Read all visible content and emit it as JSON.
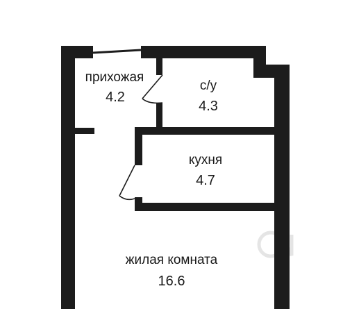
{
  "floor_plan": {
    "rooms": [
      {
        "id": "hallway",
        "name": "прихожая",
        "area": "4.2"
      },
      {
        "id": "bathroom",
        "name": "с/у",
        "area": "4.3"
      },
      {
        "id": "kitchen",
        "name": "кухня",
        "area": "4.7"
      },
      {
        "id": "living-room",
        "name": "жилая комната",
        "area": "16.6"
      }
    ],
    "colors": {
      "wall": "#1c1c1c",
      "background": "#ffffff",
      "text": "#1a1a1a",
      "watermark": "#d6d6d6"
    }
  }
}
